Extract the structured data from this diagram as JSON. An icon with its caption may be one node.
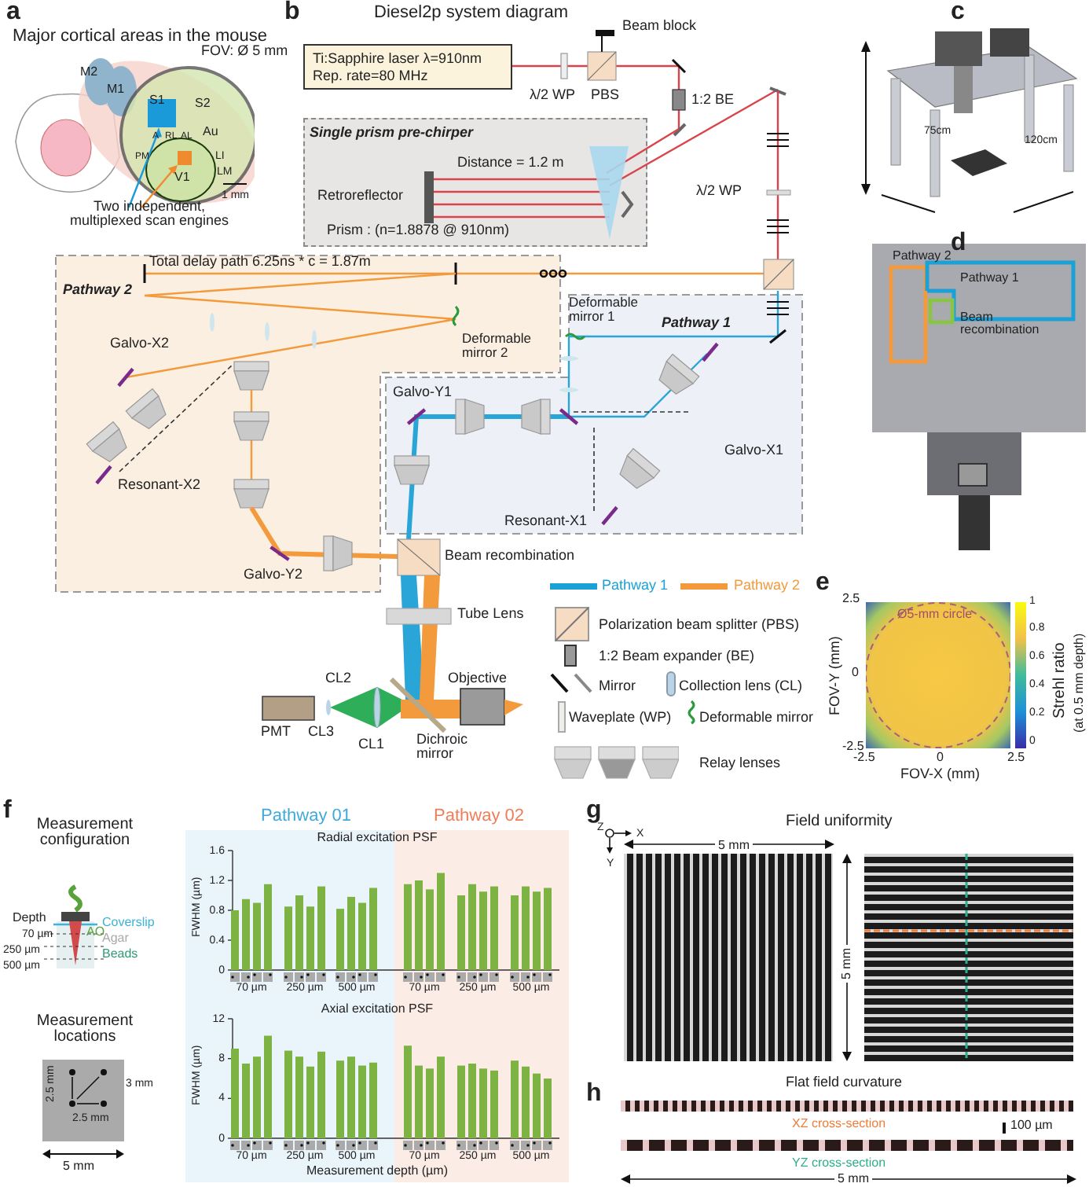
{
  "diagram": {
    "nodes": [
      {
        "text": [
          "Ti:Sapphire laser λ=910nm Rep. rate=80 MHz"
        ]
      },
      {
        "text": [
          "Single prism pre-chirper"
        ]
      },
      {
        "text": [
          "Pathway 2"
        ]
      },
      {
        "text": [
          "Pathway 1"
        ]
      }
    ],
    "labels": [
      "a",
      "Major cortical areas in the mouse",
      "FOV: Ø 5 mm",
      "M2",
      "M1",
      "S1",
      "S2",
      "A",
      "RL",
      "AL",
      "Au",
      "PM",
      "LI",
      "V1",
      "LM",
      "1 mm",
      "Two independent, multiplexed scan engines",
      "b",
      "Diesel2p system diagram",
      "Beam block",
      "λ/2 WP",
      "PBS",
      "1:2 BE",
      "Distance = 1.2 m",
      "Retroreflector",
      "Prism : (n=1.8878 @ 910nm)",
      "λ/2 WP",
      "Total delay path 6.25ns * c = 1.87m",
      "Deformable mirror 1",
      "Deformable mirror 2",
      "Galvo-X2",
      "Galvo-Y1",
      "Resonant-X2",
      "Galvo-X1",
      "Resonant-X1",
      "Galvo-Y2",
      "Beam recombination",
      "Tube Lens",
      "Objective",
      "PMT",
      "CL2",
      "CL3",
      "CL1",
      "Dichroic mirror",
      "c",
      "75cm",
      "120cm",
      "d",
      "Pathway 2",
      "Pathway 1",
      "Beam recombination",
      "e",
      "Ø5-mm circle",
      "FOV-Y (mm)",
      "2.5",
      "0",
      "-2.5",
      "-2.5",
      "0",
      "2.5",
      "FOV-X (mm)",
      "1",
      "0.8",
      "0.6",
      "0.4",
      "0.2",
      "0",
      "Strehl ratio",
      "(at 0.5 mm depth)",
      "f",
      "Measurement configuration",
      "AO",
      "Depth",
      "70 µm",
      "250 µm",
      "500 µm",
      "Coverslip",
      "Agar",
      "Beads",
      "Measurement locations",
      "2.5 mm",
      "3 mm",
      "2.5 mm",
      "5 mm",
      "Pathway 01",
      "Pathway 02",
      "g",
      "Field uniformity",
      "Z",
      "X",
      "Y",
      "5 mm",
      "5 mm",
      "h",
      "Flat field curvature",
      "XZ cross-section",
      "100 µm",
      "YZ cross-section",
      "5 mm"
    ],
    "legend": [
      {
        "text": "Pathway 1",
        "color": "#1ba1d6"
      },
      {
        "text": "Pathway 2",
        "color": "#f39a3c"
      },
      {
        "text": "Polarization beam splitter (PBS)"
      },
      {
        "text": "1:2 Beam expander (BE)"
      },
      {
        "text": "Mirror"
      },
      {
        "text": "Collection lens (CL)"
      },
      {
        "text": "Waveplate (WP)"
      },
      {
        "text": "Deformable mirror"
      },
      {
        "text": "Relay lenses"
      }
    ],
    "chart_data": [
      {
        "type": "bar",
        "title": "Radial excitation PSF",
        "ylabel": "FWHM (µm)",
        "categories": [
          "70 µm",
          "250 µm",
          "500 µm",
          "70 µm",
          "250 µm",
          "500 µm"
        ],
        "ylim": [
          0,
          1.6
        ],
        "yticks": [
          0,
          0.4,
          0.8,
          1.2,
          1.6
        ],
        "series": [
          {
            "color": "#7cb342",
            "values": [
              0.8,
              0.85,
              0.82,
              1.15,
              1.0,
              1.0
            ]
          },
          {
            "color": "#7cb342",
            "values": [
              0.95,
              1.0,
              0.98,
              1.2,
              1.15,
              1.12
            ]
          },
          {
            "color": "#7cb342",
            "values": [
              0.9,
              0.85,
              0.9,
              1.08,
              1.05,
              1.05
            ]
          },
          {
            "color": "#7cb342",
            "values": [
              1.15,
              1.12,
              1.1,
              1.3,
              1.12,
              1.1
            ]
          }
        ]
      },
      {
        "type": "bar",
        "title": "Axial excitation PSF",
        "xlabel": "Measurement depth (µm)",
        "ylabel": "FWHM (µm)",
        "categories": [
          "70 µm",
          "250 µm",
          "500 µm",
          "70 µm",
          "250 µm",
          "500 µm"
        ],
        "ylim": [
          0,
          12
        ],
        "yticks": [
          0,
          4,
          8,
          12
        ],
        "series": [
          {
            "color": "#7cb342",
            "values": [
              9,
              8.8,
              7.8,
              9.3,
              7.3,
              7.8
            ]
          },
          {
            "color": "#7cb342",
            "values": [
              7.5,
              8.2,
              8.2,
              7.3,
              7.5,
              7.2
            ]
          },
          {
            "color": "#7cb342",
            "values": [
              8.2,
              7.2,
              7.3,
              7,
              7,
              6.5
            ]
          },
          {
            "color": "#7cb342",
            "values": [
              10.3,
              8.7,
              7.6,
              8.2,
              6.8,
              6
            ]
          }
        ]
      }
    ]
  }
}
